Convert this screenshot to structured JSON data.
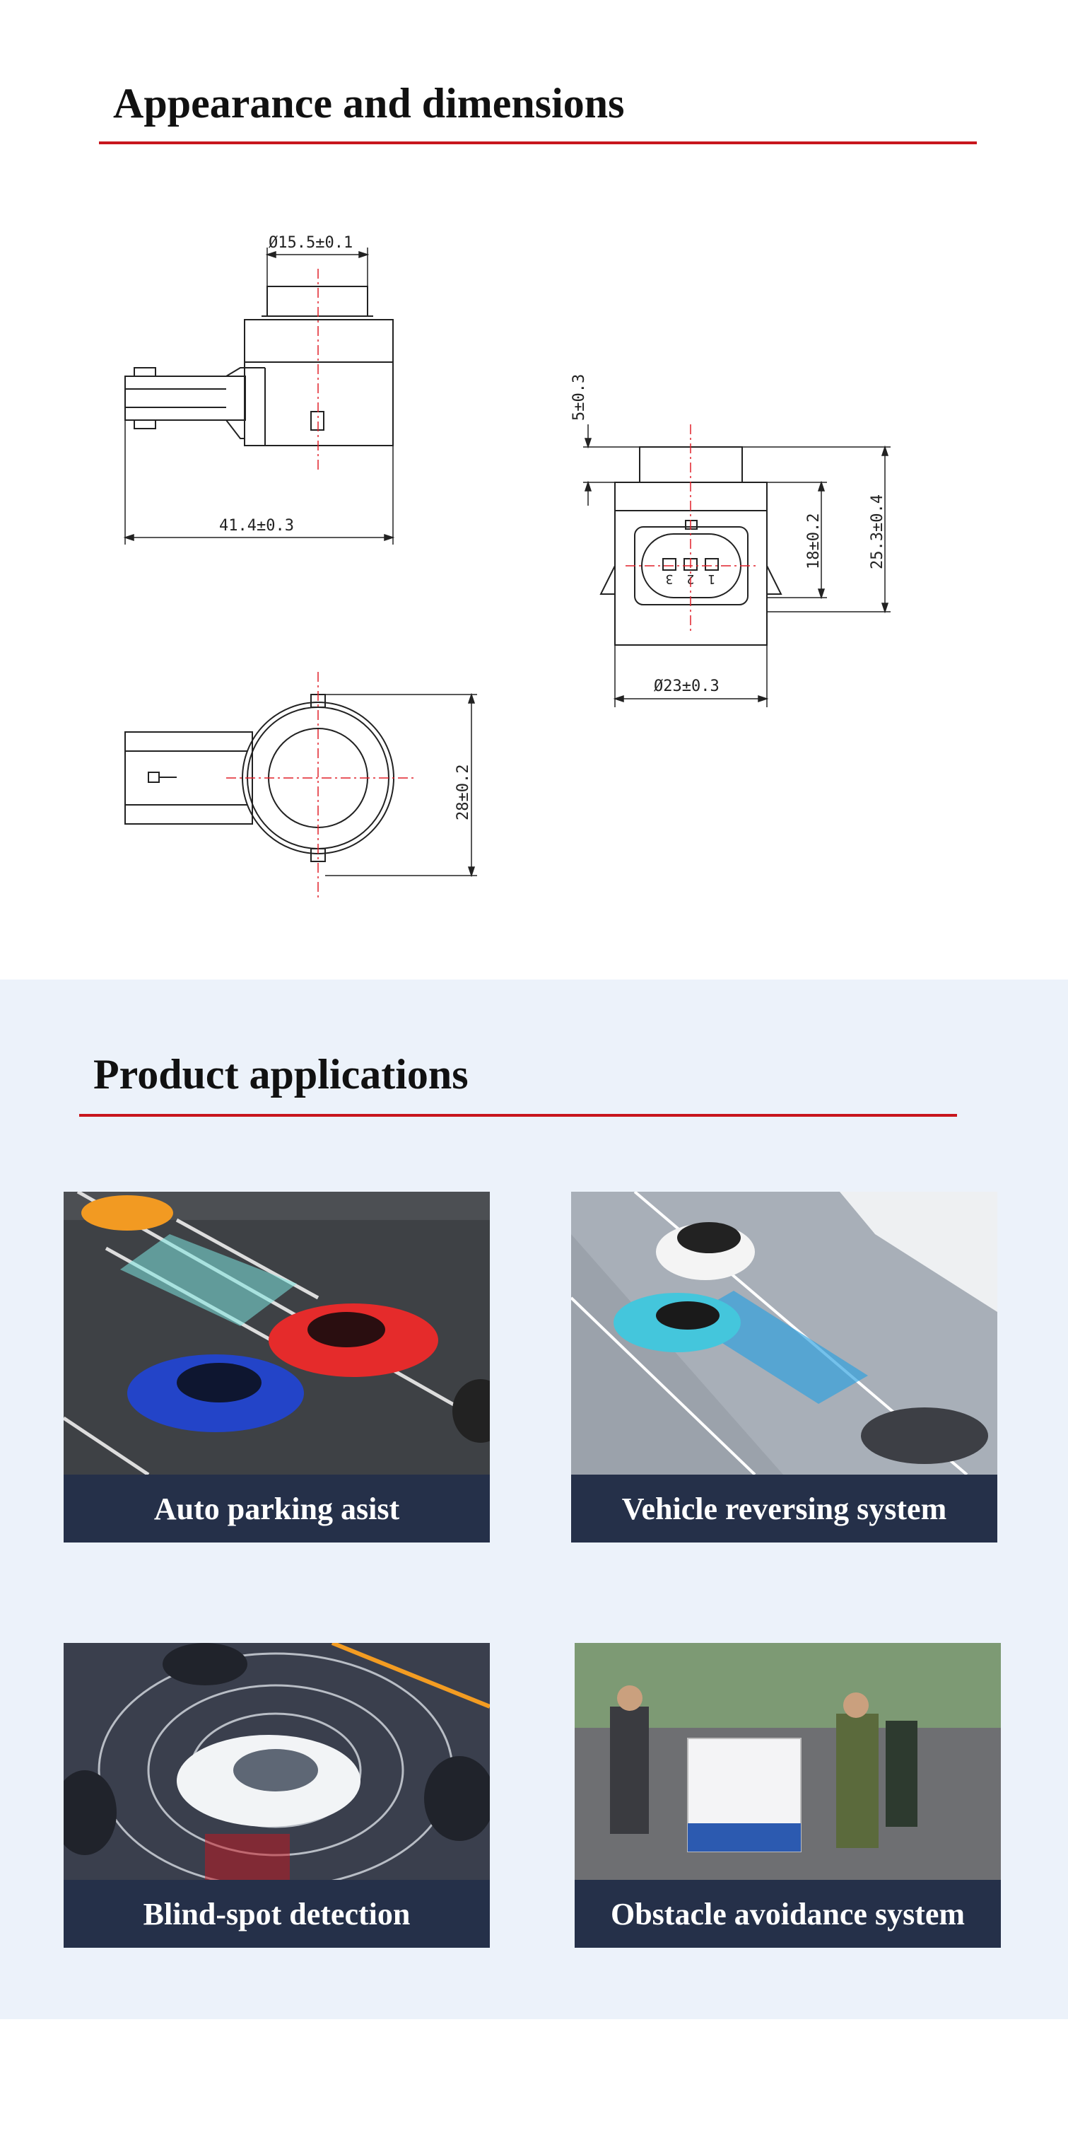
{
  "sections": {
    "dimensions": {
      "title": "Appearance and dimensions"
    },
    "applications": {
      "title": "Product applications"
    }
  },
  "dimension_labels": {
    "head_diameter": "Ø15.5±0.1",
    "length": "41.4±0.3",
    "head_height": "5±0.3",
    "body_height": "18±0.2",
    "total_height": "25.3±0.4",
    "base_diameter": "Ø23±0.3",
    "width": "28±0.2"
  },
  "connector_pins": [
    "3",
    "2",
    "1"
  ],
  "applications": [
    {
      "caption": "Auto parking asist"
    },
    {
      "caption": "Vehicle reversing system"
    },
    {
      "caption": "Blind-spot detection"
    },
    {
      "caption": "Obstacle avoidance system"
    }
  ],
  "colors": {
    "title_rule": "#c8161d",
    "caption_bar": "#253049",
    "applications_background": "#ecf2fa",
    "centerline": "#e0202a"
  }
}
